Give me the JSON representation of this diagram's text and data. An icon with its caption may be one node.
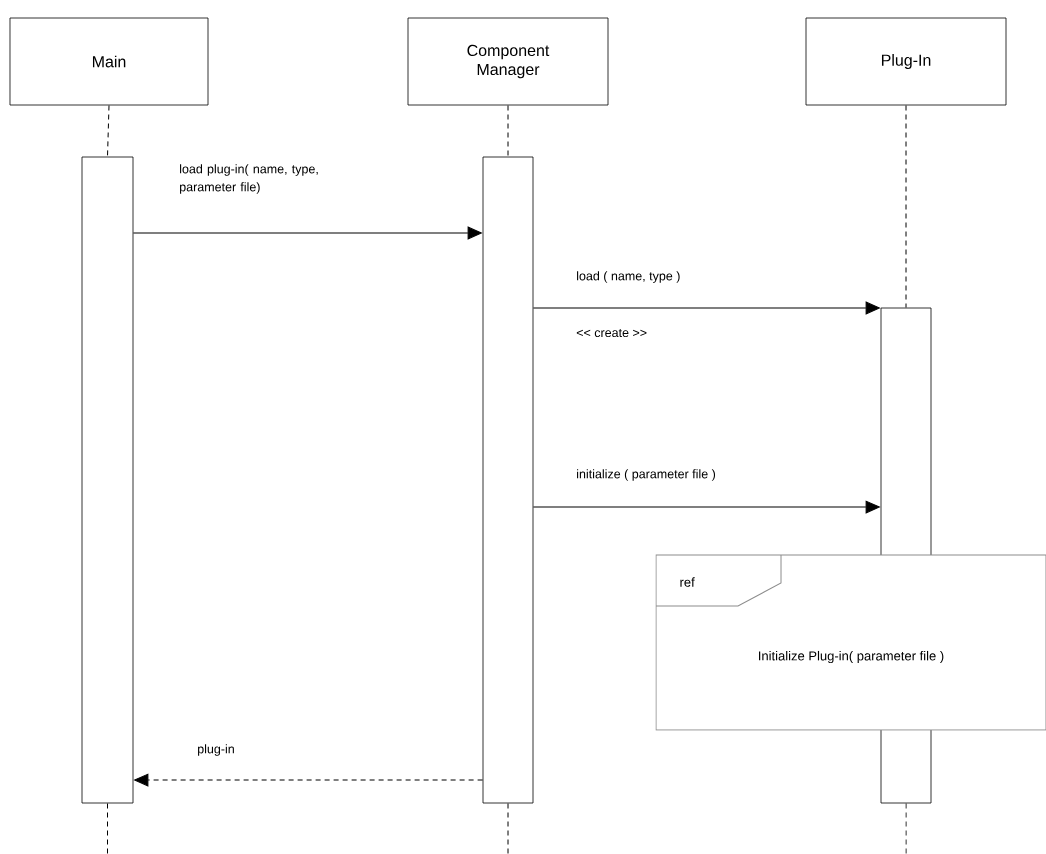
{
  "diagram": {
    "nodes": [
      {
        "text": [
          "Main"
        ]
      },
      {
        "text": [
          "Component Manager"
        ]
      },
      {
        "text": [
          "Plug-In"
        ]
      },
      {
        "text": [],
        "shape": "bar"
      },
      {
        "text": [],
        "shape": "bar"
      },
      {
        "text": [],
        "shape": "bar"
      },
      {
        "text": [
          "ref",
          "Initialize Plug-in( parameter file )"
        ]
      }
    ],
    "edges": [
      {
        "from": 0,
        "to": 3,
        "arrow": "none",
        "style": "dashed"
      },
      {
        "from": 1,
        "to": 4,
        "arrow": "none",
        "style": "dashed"
      },
      {
        "from": 2,
        "to": 5,
        "arrow": "none",
        "style": "dashed"
      },
      {
        "from": 3,
        "to": null,
        "arrow": "none",
        "style": "dashed"
      },
      {
        "from": 4,
        "to": null,
        "arrow": "none",
        "style": "dashed"
      },
      {
        "from": 5,
        "to": null,
        "arrow": "none",
        "style": "dashed"
      },
      {
        "from": 3,
        "to": 4,
        "arrow": "to",
        "label": "load plug-in( name, type, parameter file)"
      },
      {
        "from": 4,
        "to": 5,
        "arrow": "to",
        "label": "load ( name, type )"
      },
      {
        "from": 4,
        "to": 5,
        "arrow": "to",
        "label": "initialize ( parameter file )"
      },
      {
        "from": 4,
        "to": 3,
        "arrow": "to",
        "style": "dashed",
        "label": "plug-in"
      }
    ],
    "labels": [
      "<< create >>"
    ]
  }
}
